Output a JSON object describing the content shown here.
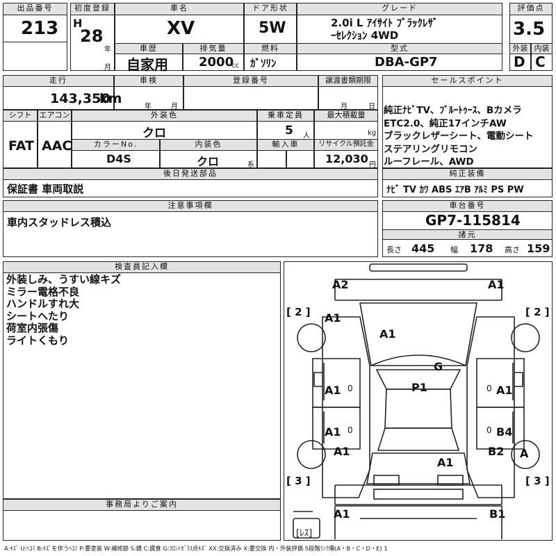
{
  "header": {
    "lot_no_label": "出品番号",
    "lot_no": "213",
    "first_reg_label": "初度登録",
    "era": "H",
    "reg_year": "28",
    "year_unit": "年",
    "month_unit": "月",
    "car_name_label": "車名",
    "car_name": "XV",
    "door_label": "ドア形状",
    "door": "5W",
    "grade_label": "グレード",
    "grade_line1": "2.0i L ｱｲｻｲﾄ ﾌﾞﾗｯｸﾚｻﾞ",
    "grade_line2": "ｰｾﾚｸｼｮﾝ 4WD",
    "score_label": "評価点",
    "score": "3.5",
    "history_label": "車歴",
    "history": "自家用",
    "displacement_label": "排気量",
    "displacement": "2000",
    "cc": "cc",
    "fuel_label": "燃料",
    "fuel": "ｶﾞｿﾘﾝ",
    "model_label": "型式",
    "model": "DBA-GP7",
    "exterior_label": "外装",
    "exterior_grade": "D",
    "interior_label": "内装",
    "interior_grade": "C"
  },
  "row2": {
    "mileage_label": "走行",
    "mileage": "143,350",
    "km": "km",
    "inspection_label": "車検",
    "year_unit": "年",
    "month_unit": "月",
    "regno_label": "登録番号",
    "transfer_label": "譲渡書類期限",
    "transfer_month": "月",
    "transfer_day": "日",
    "shift_label": "シフト",
    "shift": "FAT",
    "ac_label": "エアコン",
    "ac": "AAC",
    "ext_color_label": "外装色",
    "ext_color": "クロ",
    "capacity_label": "乗車定員",
    "capacity": "5",
    "person_unit": "人",
    "maxload_label": "最大積載量",
    "kg": "kg",
    "color_no_label": "カラーNo.",
    "color_no": "D4S",
    "int_color_label": "内装色",
    "int_color": "クロ",
    "int_color_suffix": "系",
    "import_label": "輸入車",
    "recycle_label": "リサイクル預託金",
    "recycle": "12,030",
    "yen": "円"
  },
  "sales_points": {
    "label": "セールスポイント",
    "lines": [
      "純正ﾅﾋﾞTV、ﾌﾞﾙｰﾄｩｰｽ、Bカメラ",
      "ETC2.0、純正17インチAW",
      "ブラックレザーシート、電動シート",
      "ステアリングリモコン",
      "ルーフレール、AWD"
    ]
  },
  "later_parts": {
    "label": "後日発送部品",
    "text": "保証書 車両取説"
  },
  "oem_equip": {
    "label": "純正装備",
    "text": "ﾅﾋﾞ TV ｶﾜ ABS ｴｱB ｱﾙﾐ PS PW"
  },
  "caution": {
    "label": "注意事項欄",
    "text": "車内スタッドレス積込"
  },
  "chassis": {
    "label": "車台番号",
    "value": "GP7-115814"
  },
  "specs": {
    "label": "諸元",
    "length_label": "長さ",
    "length": "445",
    "width_label": "幅",
    "width": "178",
    "height_label": "高さ",
    "height": "159"
  },
  "inspector": {
    "label": "検査員記入欄",
    "lines": [
      "外装しみ、うすい線キズ",
      "ミラー電格不良",
      "ハンドルすれ大",
      "シートへたり",
      "荷室内張傷",
      "ライトくもり"
    ]
  },
  "office": {
    "label": "事務局よりご案内"
  },
  "diagram": {
    "marks": [
      "A2",
      "A1",
      "A1",
      "A1",
      "G",
      "P1",
      "A1",
      "A1",
      "A1",
      "B4",
      "A1",
      "B2",
      "A",
      "A1",
      "A1",
      "B1"
    ],
    "brackets": [
      "[ 2 ]",
      "[ 2 ]",
      "[ 3 ]",
      "[ 3 ]"
    ],
    "tire_zero": "0",
    "spare_label": "[ﾚｽ]"
  },
  "legend": "A:ｷｽﾞ U:ﾍｺﾐ B:ｷｽﾞを伴うﾍｺﾐ P:要塗装 W:補修跡 S:錆 C:腐食 G:ﾌﾛﾝﾄｶﾞﾗｽ点ｷｽﾞ XX:交換済み X:要交換 内・外装評価 5段階ﾗﾝｸ順(A・B・C・D・E) 1"
}
